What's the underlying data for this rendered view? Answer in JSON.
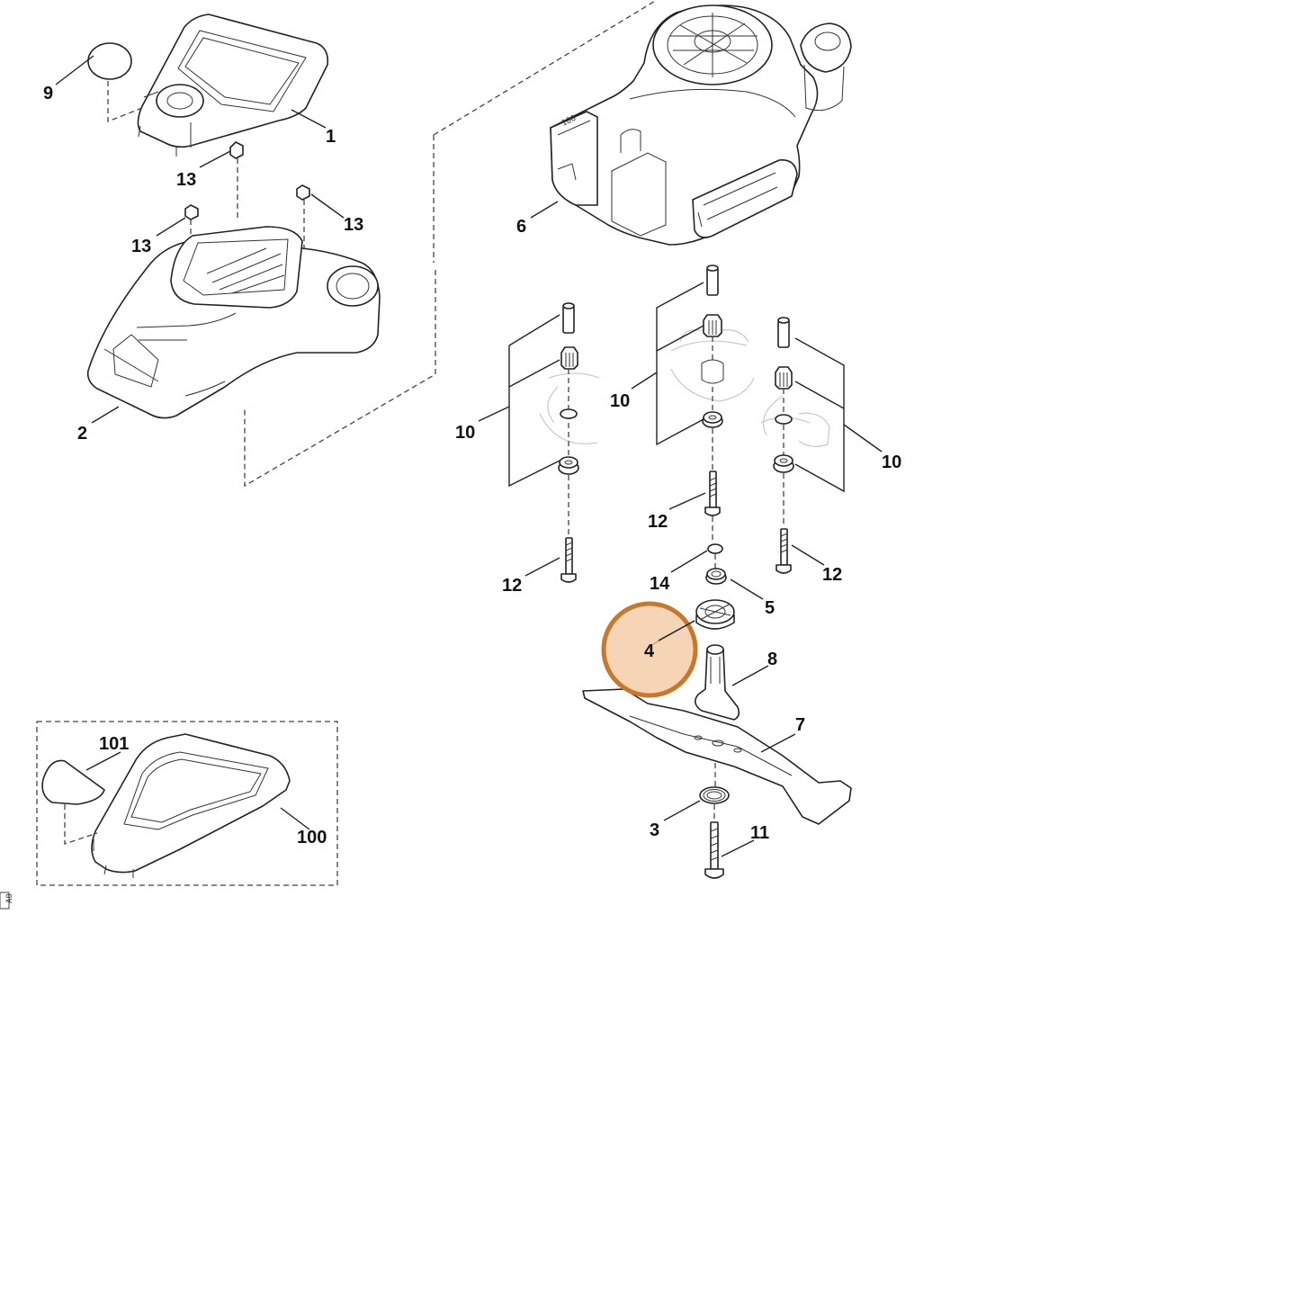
{
  "diagram": {
    "labels": {
      "p1": "1",
      "p2": "2",
      "p3": "3",
      "p4": "4",
      "p5": "5",
      "p6": "6",
      "p7": "7",
      "p8": "8",
      "p9": "9",
      "p10a": "10",
      "p10b": "10",
      "p10c": "10",
      "p11": "11",
      "p12a": "12",
      "p12b": "12",
      "p12c": "12",
      "p13a": "13",
      "p13b": "13",
      "p13c": "13",
      "p14": "14",
      "p100": "100",
      "p101": "101"
    },
    "highlight": {
      "part": "4",
      "color": "#c8782a",
      "fill": "#f2c9a0"
    },
    "engine_text": "180",
    "side_code": "A0"
  }
}
